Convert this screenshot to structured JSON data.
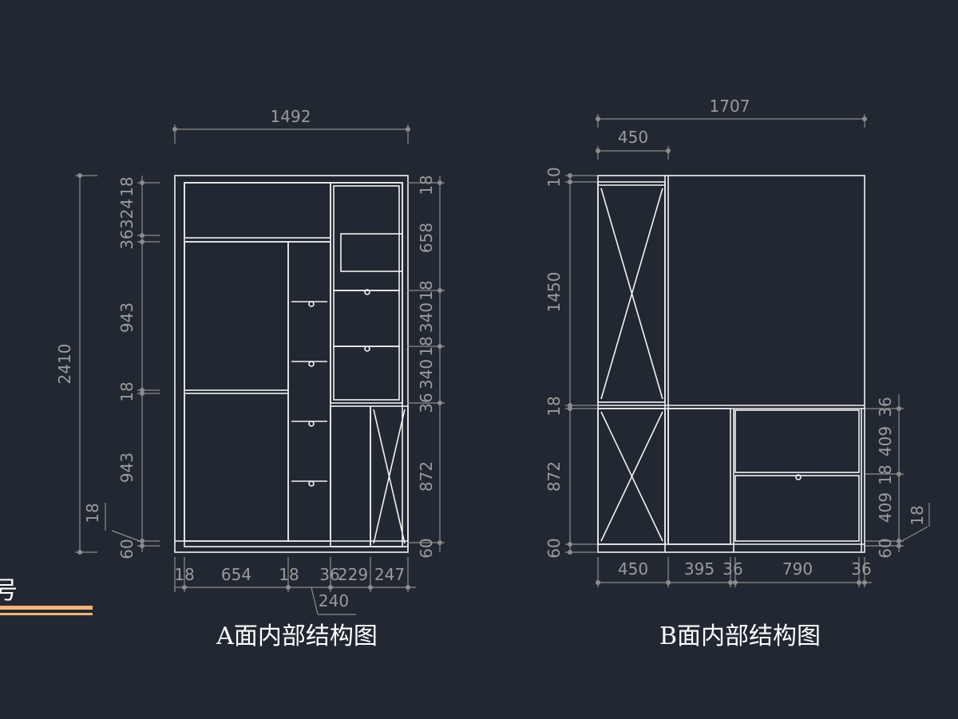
{
  "drawing_a": {
    "title": "A面内部结构图",
    "overall_width": "1492",
    "overall_height": "2410",
    "left_dims": [
      "18",
      "324",
      "36",
      "943",
      "18",
      "943",
      "18",
      "60"
    ],
    "right_dims": [
      "18",
      "658",
      "18",
      "340",
      "18",
      "340",
      "36",
      "872",
      "60"
    ],
    "bottom_dims": [
      "18",
      "654",
      "18",
      "36",
      "229",
      "247"
    ],
    "bottom_extra": "240"
  },
  "drawing_b": {
    "title": "B面内部结构图",
    "overall_width": "1707",
    "top_partial": "450",
    "left_dims": [
      "10",
      "1450",
      "18",
      "872",
      "60"
    ],
    "right_dims": [
      "36",
      "409",
      "18",
      "409",
      "18",
      "60"
    ],
    "bottom_dims": [
      "450",
      "395",
      "36",
      "790",
      "36"
    ]
  },
  "side_fragment": "号"
}
